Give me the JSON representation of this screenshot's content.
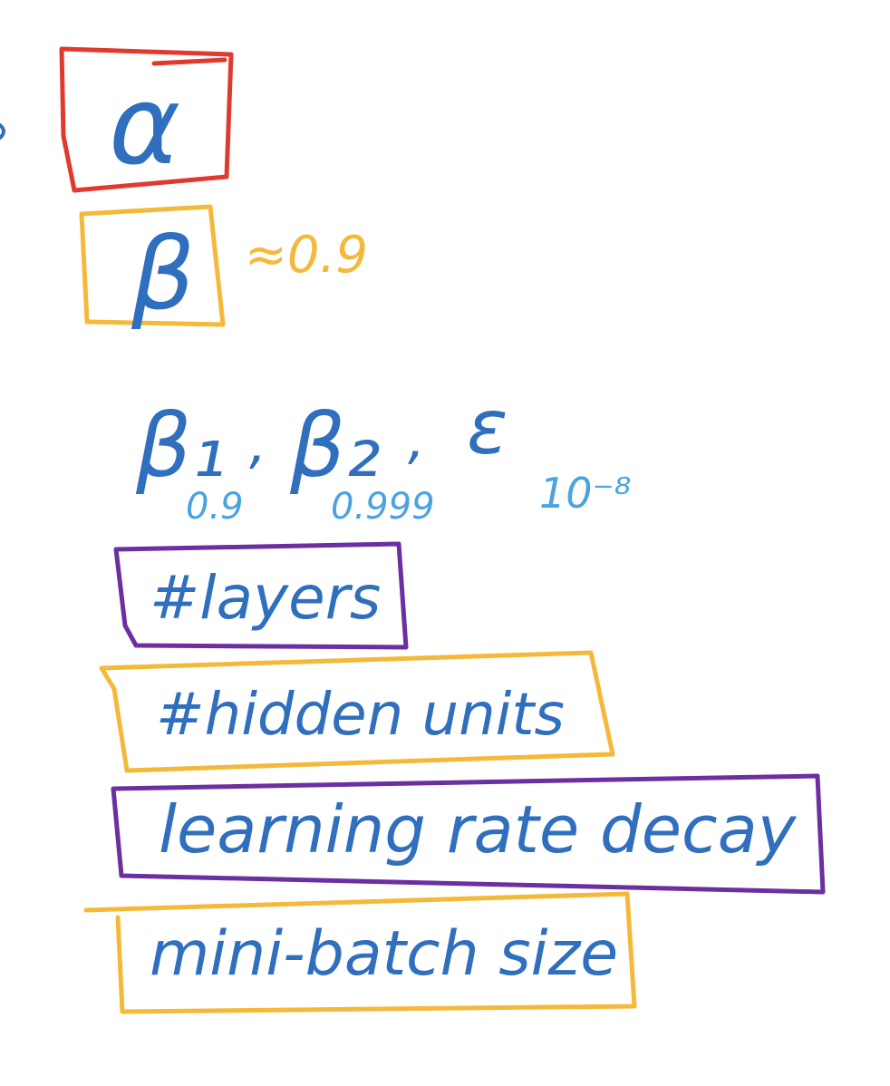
{
  "colors": {
    "red": "#e03a2f",
    "yellow": "#f5b93a",
    "purple": "#6b2fa0",
    "blue": "#2f6fbd",
    "light_blue": "#4aa3e0"
  },
  "notes": {
    "alpha": {
      "symbol": "α"
    },
    "beta": {
      "symbol": "β",
      "value": "≈0.9"
    },
    "adam": {
      "beta1": "β₁",
      "beta1_value": "0.9",
      "beta2": "β₂",
      "beta2_value": "0.999",
      "epsilon": "ε",
      "epsilon_value": "10⁻⁸"
    },
    "layers": "#layers",
    "hidden_units": "#hidden units",
    "lr_decay": "learning rate decay",
    "mini_batch": "mini-batch size"
  }
}
